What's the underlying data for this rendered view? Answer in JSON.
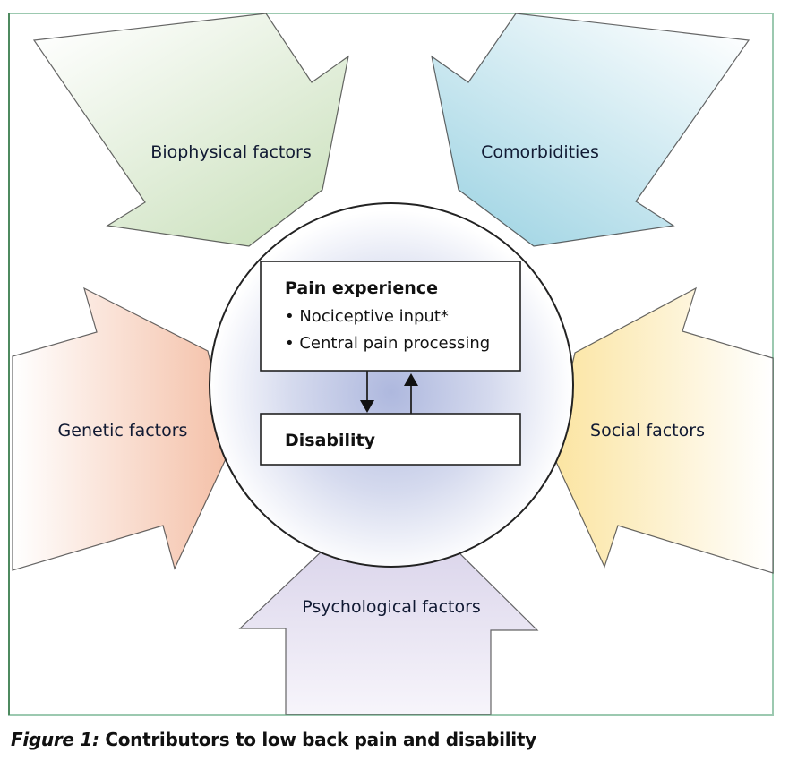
{
  "diagram": {
    "title": "Contributors to low back pain and disability",
    "center": {
      "pain_box": {
        "title": "Pain experience",
        "bullets": [
          "• Nociceptive input*",
          "• Central pain processing"
        ]
      },
      "disability_box": {
        "title": "Disability"
      },
      "arrows": [
        "pain-to-disability",
        "disability-to-pain"
      ]
    },
    "factors": [
      {
        "label": "Biophysical factors",
        "color": "#cfe3c2",
        "direction": "from top-left"
      },
      {
        "label": "Comorbidities",
        "color": "#a8d8e6",
        "direction": "from top-right"
      },
      {
        "label": "Genetic factors",
        "color": "#f4bfa6",
        "direction": "from left"
      },
      {
        "label": "Social factors",
        "color": "#fbe7a6",
        "direction": "from right"
      },
      {
        "label": "Psychological factors",
        "color": "#d9d3ea",
        "direction": "from bottom"
      }
    ],
    "colors": {
      "frame": "#9cc9b0",
      "circle_center": "#b6bfe0"
    }
  },
  "caption": {
    "figure_label": "Figure 1:",
    "text": " Contributors to low back pain and disability"
  }
}
